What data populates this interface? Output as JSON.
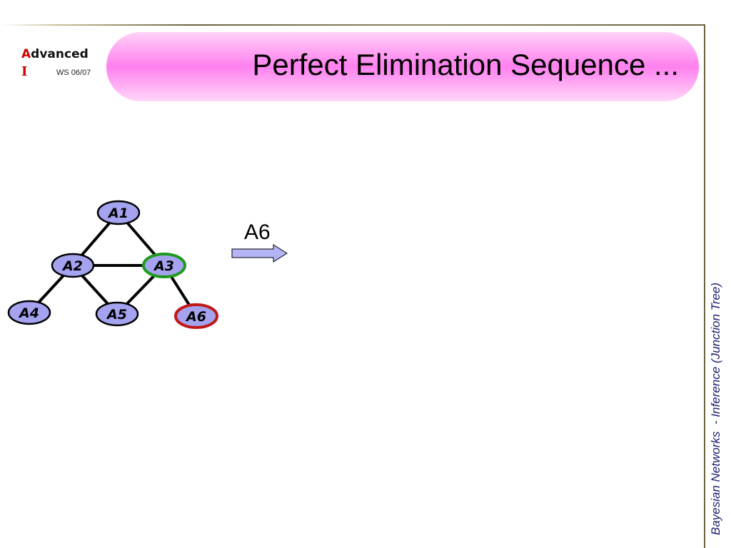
{
  "logo": {
    "line1_first": "A",
    "line1_rest": "dvanced",
    "line2": "I",
    "semester": "WS 06/07"
  },
  "title": "Perfect Elimination Sequence ...",
  "side_label": "Bayesian Networks  - Inference (Junction Tree)",
  "arrow_label": "A6",
  "colors": {
    "node_fill": "#a5a3ef",
    "node_border": "#000000",
    "highlight_green": "#1e9a1e",
    "highlight_red": "#c01818",
    "arrow_fill": "#b3b3f5",
    "title_gradient": "#ff80ef"
  },
  "graph": {
    "nodes": [
      {
        "id": "A1",
        "label": "A1",
        "highlight": "none"
      },
      {
        "id": "A2",
        "label": "A2",
        "highlight": "none"
      },
      {
        "id": "A3",
        "label": "A3",
        "highlight": "green"
      },
      {
        "id": "A4",
        "label": "A4",
        "highlight": "none"
      },
      {
        "id": "A5",
        "label": "A5",
        "highlight": "none"
      },
      {
        "id": "A6",
        "label": "A6",
        "highlight": "red"
      }
    ],
    "edges": [
      [
        "A1",
        "A2"
      ],
      [
        "A1",
        "A3"
      ],
      [
        "A2",
        "A3"
      ],
      [
        "A2",
        "A4"
      ],
      [
        "A2",
        "A5"
      ],
      [
        "A3",
        "A5"
      ],
      [
        "A3",
        "A6"
      ]
    ]
  }
}
